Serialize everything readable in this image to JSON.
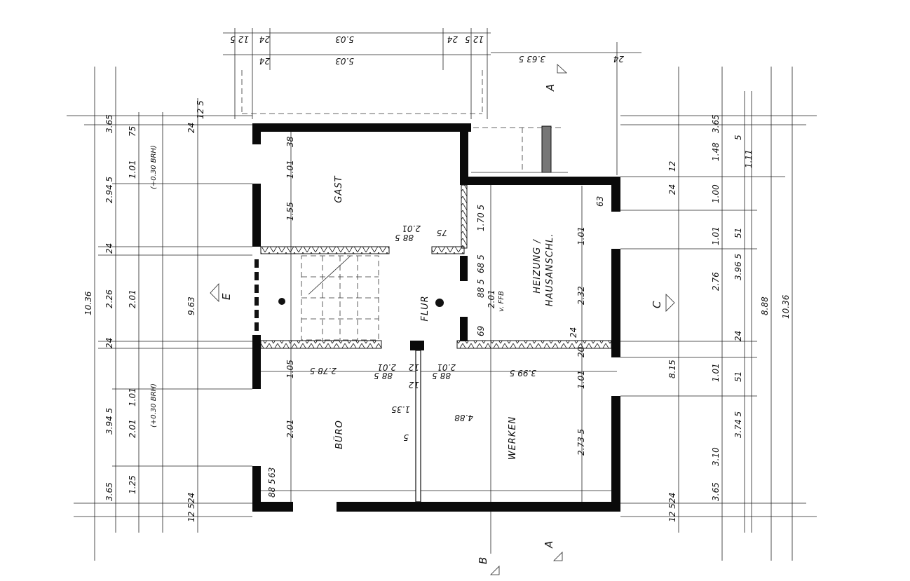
{
  "rooms": {
    "gast": "GAST",
    "flur": "FLUR",
    "heizung": "HEIZUNG /",
    "hausanschl": "HAUSANSCHL.",
    "buero": "BÜRO",
    "werken": "WERKEN"
  },
  "section_markers": {
    "a_top": "A",
    "a_bottom": "A",
    "b": "B",
    "c": "C",
    "e": "E"
  },
  "top_dims": {
    "outer": "5.03",
    "inner": "5.03",
    "balcony": "3.63 5",
    "t1": "12 5",
    "t2": "24",
    "t3": "24",
    "t4": "12 5",
    "t5": "24",
    "t6": "24"
  },
  "left_dims": {
    "total": "10.36",
    "inner_total": "9.63",
    "c1": [
      "3.65",
      "2.94 5",
      "24",
      "2.26",
      "24",
      "3.94 5",
      "3.65"
    ],
    "c2": [
      "75",
      "1.01",
      "2.01",
      "1.01",
      "2.01",
      "1.25"
    ],
    "c2_note": [
      "(+0.30 BRH)",
      "(+0.30 BRH)"
    ],
    "c3": [
      "24",
      "12 5",
      "24",
      "12 5"
    ]
  },
  "right_dims": {
    "total": "10.36",
    "inner": "8.88",
    "mid": "8.15",
    "c1": [
      "3.65",
      "1.48",
      "1.00",
      "1.01",
      "2.76",
      "1.01",
      "3.10",
      "3.65"
    ],
    "c2": [
      "5",
      "1.11",
      "3.96 5",
      "51",
      "24",
      "51",
      "3.74 5"
    ],
    "c3": [
      "12",
      "24",
      "24",
      "12 5"
    ]
  },
  "interior_dims": {
    "gast": [
      "38",
      "1.01",
      "1.55"
    ],
    "buero": [
      "1.05",
      "2.01",
      "63",
      "88 5",
      "2.78 5"
    ],
    "heiz": [
      "63",
      "1.01",
      "2.32",
      "24",
      "1.70 5",
      "68 5",
      "88 5",
      "2.01",
      "v. FFB",
      "69"
    ],
    "werken": [
      "20",
      "1.01",
      "2.73 5",
      "3.99 5",
      "4.88"
    ],
    "doors": [
      "88 5",
      "2.01",
      "88 5",
      "2.01",
      "88 5",
      "2.01",
      "75",
      "12",
      "12",
      "1.35",
      "5"
    ]
  }
}
